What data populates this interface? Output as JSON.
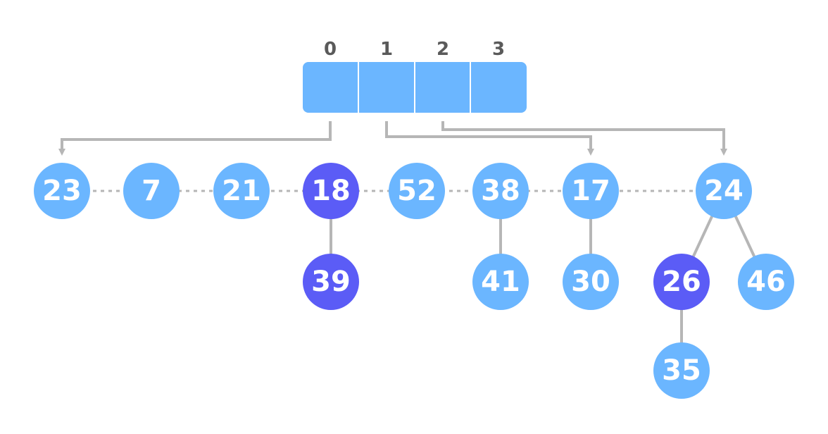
{
  "colors": {
    "node_light": "#6bb6ff",
    "node_dark": "#5b5cf6",
    "line": "#b6b6b6",
    "array_fill": "#6bb6ff",
    "index_text": "#5a5a5a"
  },
  "array": {
    "indices": [
      "0",
      "1",
      "2",
      "3"
    ]
  },
  "root_list": [
    {
      "key": "23",
      "marked": false
    },
    {
      "key": "7",
      "marked": false
    },
    {
      "key": "21",
      "marked": false
    },
    {
      "key": "18",
      "marked": true
    },
    {
      "key": "52",
      "marked": false
    },
    {
      "key": "38",
      "marked": false
    },
    {
      "key": "17",
      "marked": false
    },
    {
      "key": "24",
      "marked": false
    }
  ],
  "children": [
    {
      "key": "39",
      "parent": "18",
      "marked": true
    },
    {
      "key": "41",
      "parent": "38",
      "marked": false
    },
    {
      "key": "30",
      "parent": "17",
      "marked": false
    },
    {
      "key": "26",
      "parent": "24",
      "marked": true
    },
    {
      "key": "46",
      "parent": "24",
      "marked": false
    },
    {
      "key": "35",
      "parent": "26",
      "marked": false
    }
  ],
  "pointers": [
    {
      "from_index": "0",
      "to_key": "23"
    },
    {
      "from_index": "1",
      "to_key": "17"
    },
    {
      "from_index": "2",
      "to_key": "24"
    }
  ]
}
